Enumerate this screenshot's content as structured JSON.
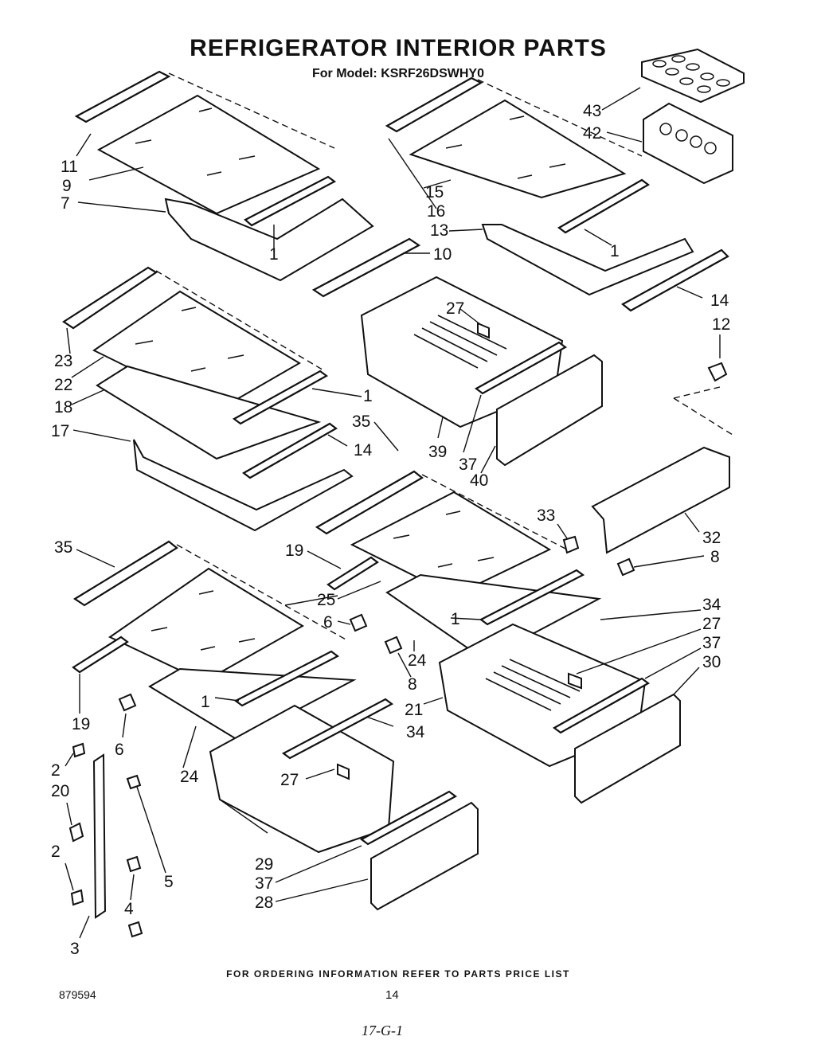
{
  "header": {
    "title": "REFRIGERATOR INTERIOR PARTS",
    "model": "For Model: KSRF26DSWHY0"
  },
  "callouts": [
    "11",
    "9",
    "7",
    "1",
    "10",
    "15",
    "16",
    "13",
    "1",
    "14",
    "43",
    "42",
    "12",
    "23",
    "22",
    "18",
    "1",
    "17",
    "14",
    "35",
    "27",
    "39",
    "37",
    "40",
    "32",
    "33",
    "8",
    "35",
    "19",
    "25",
    "6",
    "24",
    "1",
    "8",
    "34",
    "27",
    "37",
    "30",
    "21",
    "19",
    "6",
    "24",
    "34",
    "1",
    "27",
    "2",
    "20",
    "2",
    "5",
    "4",
    "3",
    "29",
    "37",
    "28"
  ],
  "footer": {
    "ordering_note": "FOR ORDERING INFORMATION REFER TO PARTS PRICE LIST",
    "doc_number": "879594",
    "page_number": "14",
    "handwritten_note": "17-G-1"
  }
}
